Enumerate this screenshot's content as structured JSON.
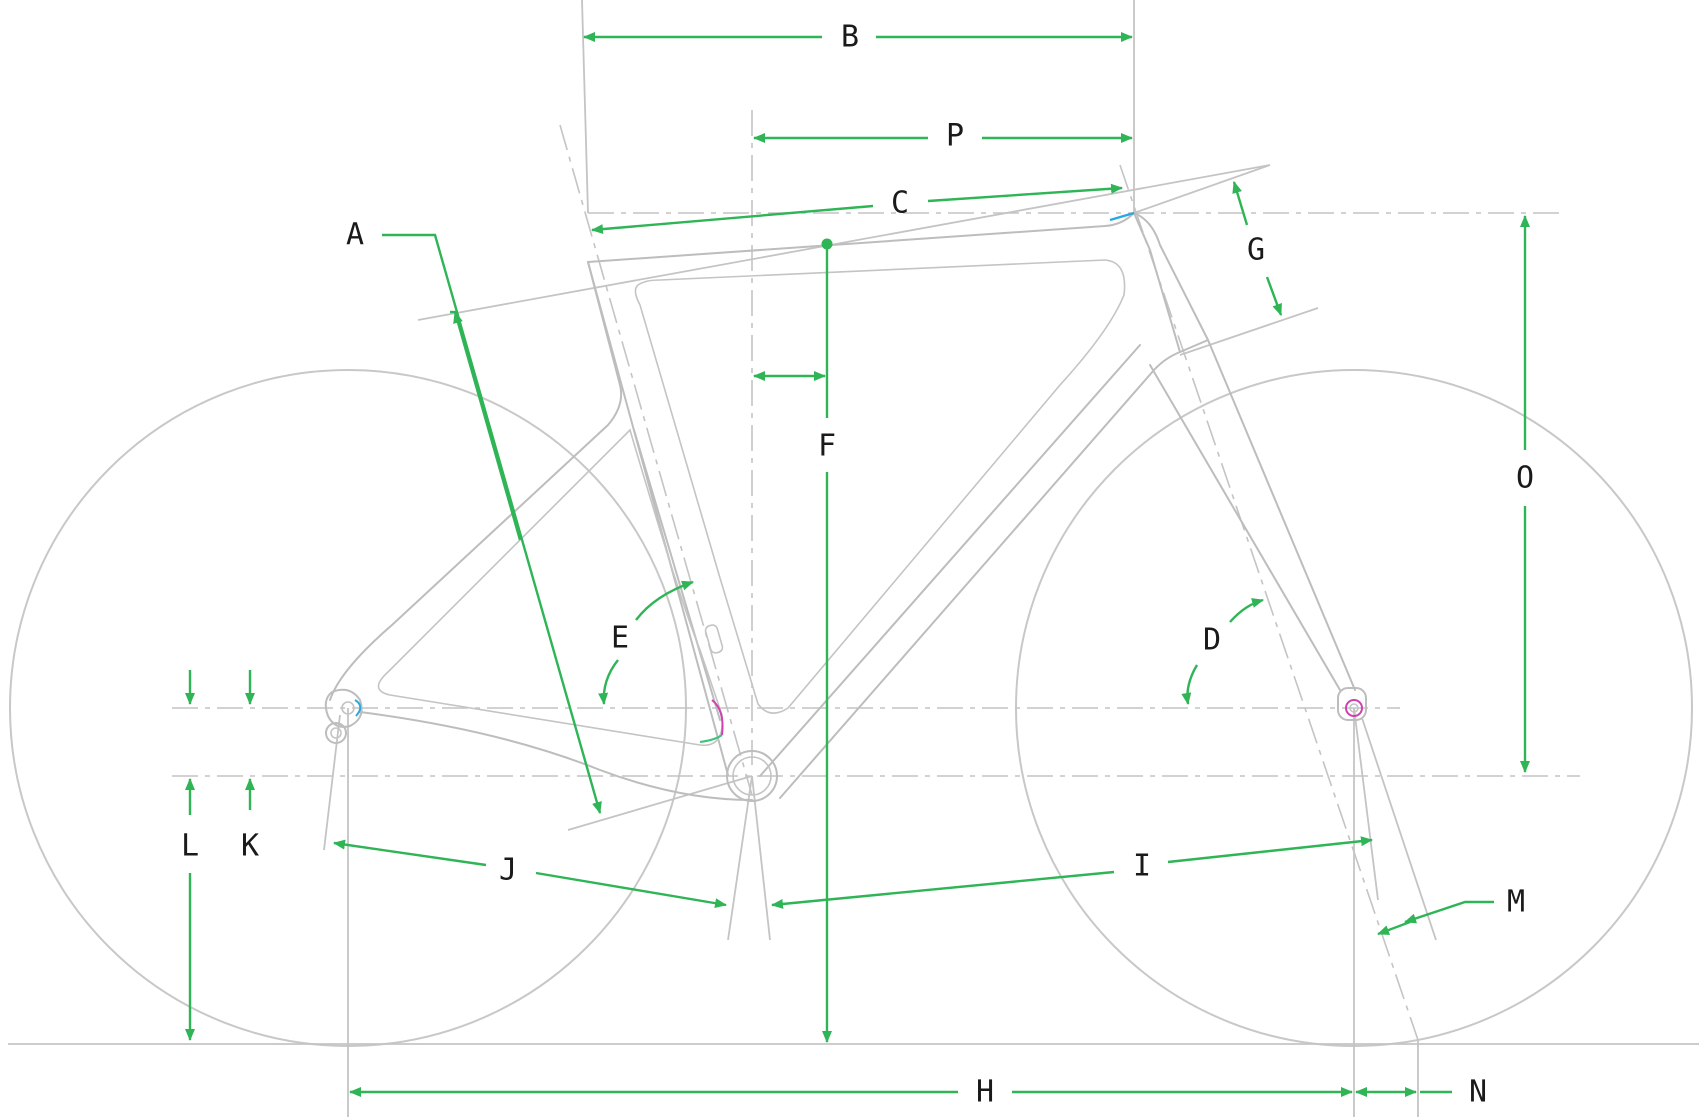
{
  "diagram": {
    "labels": {
      "A": "A",
      "B": "B",
      "C": "C",
      "D": "D",
      "E": "E",
      "F": "F",
      "G": "G",
      "H": "H",
      "I": "I",
      "J": "J",
      "K": "K",
      "L": "L",
      "M": "M",
      "N": "N",
      "O": "O",
      "P": "P"
    },
    "colors": {
      "frame": "#bdbdbd",
      "dimension": "#2fb456",
      "label": "#1a1a1a",
      "accent_blue": "#29a8e0",
      "accent_magenta": "#d040b0",
      "accent_green": "#3cc47a"
    }
  }
}
